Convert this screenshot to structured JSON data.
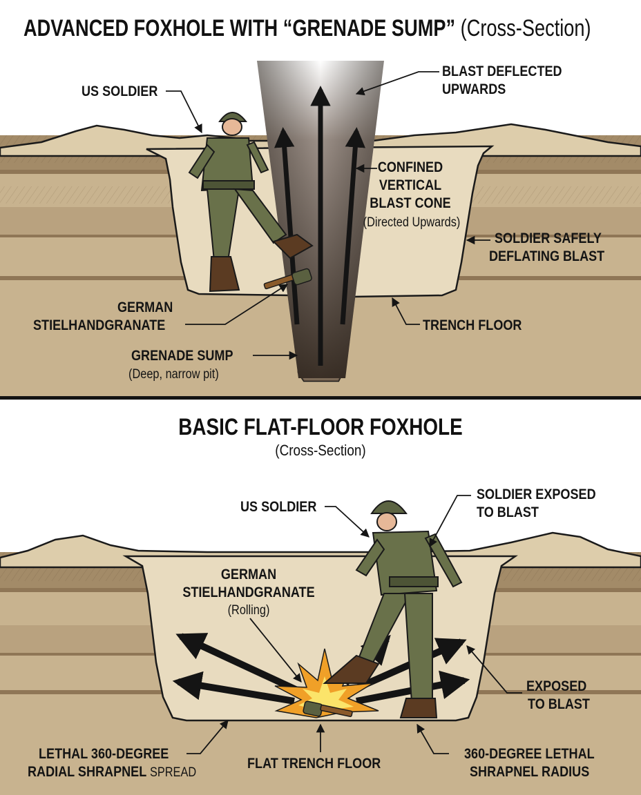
{
  "top_panel": {
    "title_bold": "ADVANCED FOXHOLE WITH “GRENADE SUMP”",
    "title_normal": "(Cross-Section)",
    "labels": {
      "us_soldier": "US SOLDIER",
      "blast_deflected_1": "BLAST DEFLECTED",
      "blast_deflected_2": "UPWARDS",
      "confined_1": "CONFINED",
      "confined_2": "VERTICAL",
      "confined_3": "BLAST CONE",
      "confined_sub": "(Directed Upwards)",
      "safely_1": "SOLDIER SAFELY",
      "safely_2": "DEFLATING BLAST",
      "german_1": "GERMAN",
      "german_2": "STIELHANDGRANATE",
      "trench_floor": "TRENCH FLOOR",
      "sump_1": "GRENADE SUMP",
      "sump_2": "(Deep, narrow pit)"
    }
  },
  "bottom_panel": {
    "title": "BASIC FLAT-FLOOR FOXHOLE",
    "subtitle": "(Cross-Section)",
    "labels": {
      "us_soldier": "US SOLDIER",
      "exposed_top_1": "SOLDIER EXPOSED",
      "exposed_top_2": "TO BLAST",
      "german_1": "GERMAN",
      "german_2": "STIELHANDGRANATE",
      "german_sub": "(Rolling)",
      "exposed_1": "EXPOSED",
      "exposed_2": "TO BLAST",
      "lethal_1": "LETHAL 360-DEGREE",
      "lethal_2_bold": "RADIAL SHRAPNEL",
      "lethal_2_normal": "SPREAD",
      "flat_floor": "FLAT TRENCH FLOOR",
      "radius_1": "360-DEGREE LETHAL",
      "radius_2": "SHRAPNEL RADIUS"
    }
  },
  "colors": {
    "soil_dark": "#b29a76",
    "soil_light": "#ddcdab",
    "trench_fill": "#e8dbbf",
    "uniform": "#69714a",
    "uniform_dark": "#4d5436",
    "ink": "#141414",
    "explosion_outer": "#f0a028",
    "explosion_inner": "#fbe46a",
    "blast_smoke": "#3a2f26"
  }
}
